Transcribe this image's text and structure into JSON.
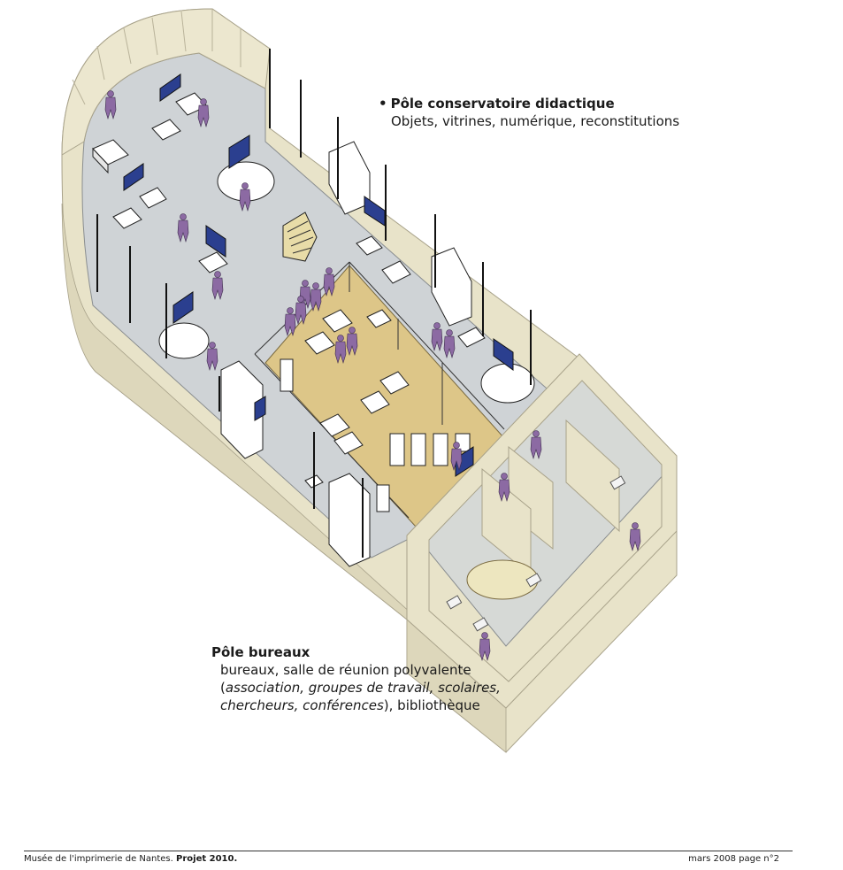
{
  "labels": {
    "conservatoire": {
      "bullet": "•",
      "title": "Pôle conservatoire didactique",
      "subtitle": "Objets, vitrines, numérique, reconstitutions"
    },
    "bureaux": {
      "title": "Pôle bureaux",
      "line1": "bureaux, salle de réunion polyvalente",
      "line2_open": "(",
      "line2_italic": "association, groupes de travail, scolaires,",
      "line3_italic": "chercheurs, conférences",
      "line3_rest": "), bibliothèque"
    }
  },
  "footer": {
    "museum": "Musée de l'imprimerie de Nantes.",
    "project": "Projet 2010.",
    "date_page": "mars 2008  page n°2"
  },
  "colors": {
    "wall": "#e8e3c9",
    "wall_shade": "#d9d3b3",
    "floor": "#cfd3d6",
    "meeting_floor": "#ddc688",
    "screen": "#2b3f8f",
    "figure": "#8c6aa3",
    "furniture": "#ffffff",
    "outline": "#222222"
  }
}
